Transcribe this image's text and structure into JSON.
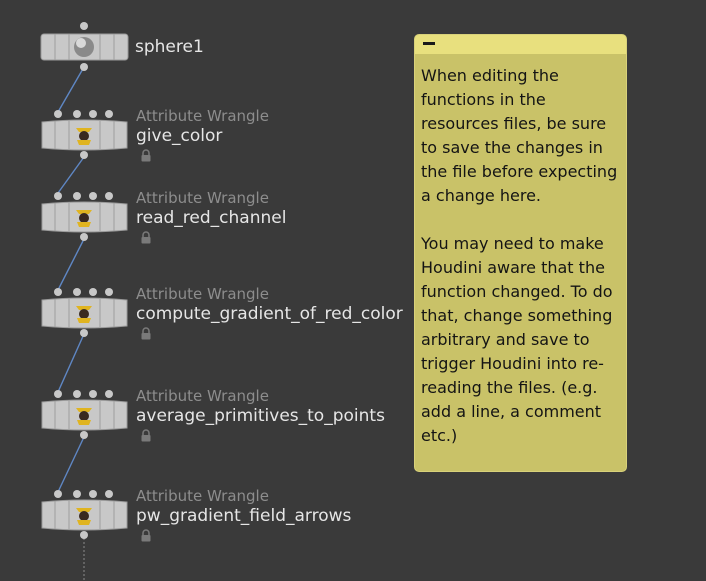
{
  "nodes": [
    {
      "id": "sphere1",
      "type": "",
      "name": "sphere1",
      "icon": "sphere-icon",
      "locked": false
    },
    {
      "id": "give_color",
      "type": "Attribute Wrangle",
      "name": "give_color",
      "icon": "wrangle-cowboy-icon",
      "locked": true
    },
    {
      "id": "read_red_channel",
      "type": "Attribute Wrangle",
      "name": "read_red_channel",
      "icon": "wrangle-cowboy-icon",
      "locked": true
    },
    {
      "id": "compute_gradient_of_red_color",
      "type": "Attribute Wrangle",
      "name": "compute_gradient_of_red_color",
      "icon": "wrangle-cowboy-icon",
      "locked": true
    },
    {
      "id": "average_primitives_to_points",
      "type": "Attribute Wrangle",
      "name": "average_primitives_to_points",
      "icon": "wrangle-cowboy-icon",
      "locked": true
    },
    {
      "id": "pw_gradient_field_arrows",
      "type": "Attribute Wrangle",
      "name": "pw_gradient_field_arrows",
      "icon": "wrangle-cowboy-icon",
      "locked": true
    }
  ],
  "sticky_note": {
    "paragraph1": "When editing the functions in the resources files, be sure to save the changes in the file before expecting a change here.",
    "paragraph2": "You may need to make Houdini aware that the function changed. To do that, change something arbitrary and save to trigger Houdini into re-reading the files. (e.g. add a line, a comment etc.)",
    "color": "#c9c268",
    "header_color": "#e8e07e"
  },
  "colors": {
    "background": "#3a3a3a",
    "wire": "#5f87c4",
    "node_body": "#c8c8c8",
    "node_name": "#e6e6e6",
    "node_type": "#8d8d8d"
  }
}
